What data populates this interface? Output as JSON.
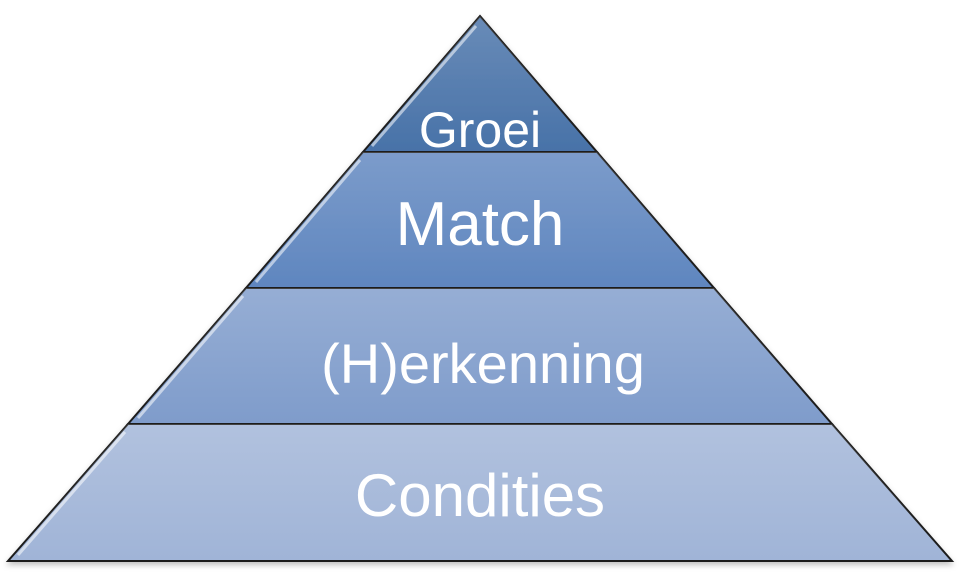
{
  "pyramid": {
    "tiers": [
      {
        "label": "Groei",
        "color": "#4872a8"
      },
      {
        "label": "Match",
        "color": "#5f86bf"
      },
      {
        "label": "(H)erkenning",
        "color": "#7f9ccb"
      },
      {
        "label": "Condities",
        "color": "#a0b4d7"
      }
    ],
    "outline_color": "#1a1a1a"
  }
}
